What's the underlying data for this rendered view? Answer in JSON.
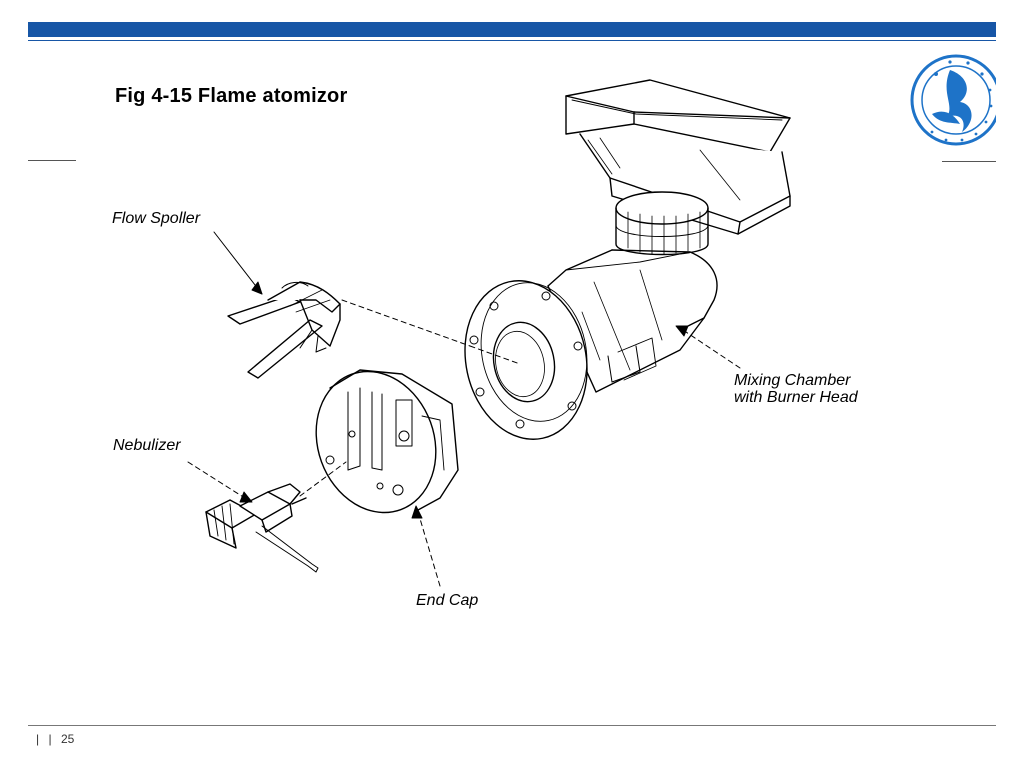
{
  "slide": {
    "title": "Fig 4-15 Flame atomizor",
    "footer": {
      "sep1": "|",
      "sep2": "|",
      "page_number": "25"
    }
  },
  "diagram": {
    "labels": {
      "flow_spoiler": "Flow Spoller",
      "nebulizer": "Nebulizer",
      "end_cap": "End Cap",
      "mixing_line1": "Mixing Chamber",
      "mixing_line2": "with Burner Head"
    }
  },
  "colors": {
    "header_blue": "#1756a6",
    "logo_blue": "#1e73c8",
    "line_art": "#000000"
  },
  "icons": {
    "logo": "university-seal-logo"
  }
}
